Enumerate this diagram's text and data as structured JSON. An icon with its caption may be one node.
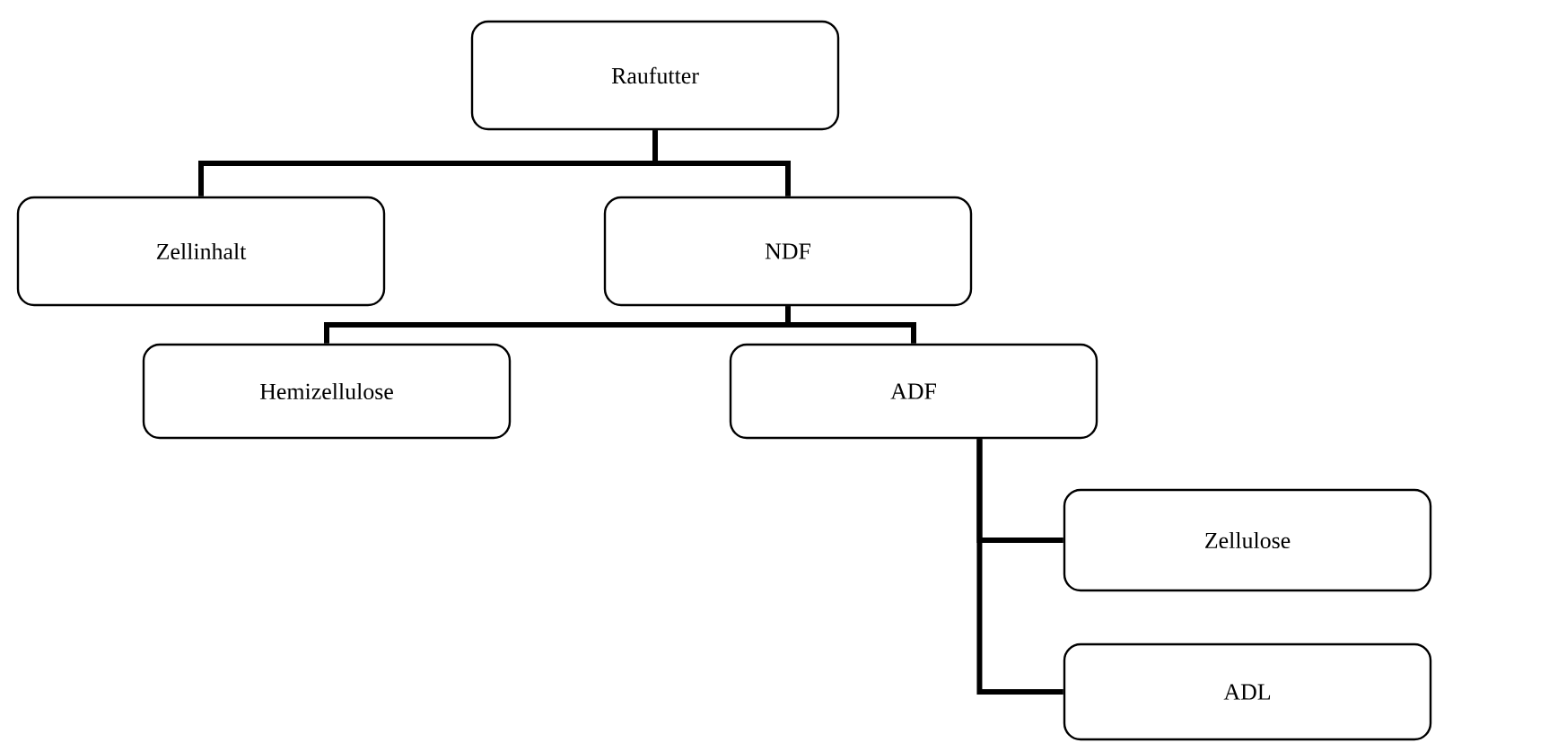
{
  "diagram": {
    "nodes": [
      {
        "text": [
          "Raufutter"
        ]
      },
      {
        "text": [
          "Zellinhalt"
        ]
      },
      {
        "text": [
          "NDF"
        ]
      },
      {
        "text": [
          "Hemizellulose"
        ]
      },
      {
        "text": [
          "ADF"
        ]
      },
      {
        "text": [
          "Zellulose"
        ]
      },
      {
        "text": [
          "ADL"
        ]
      }
    ],
    "edges": [
      {
        "from": 0,
        "to": 1,
        "arrow": "none"
      },
      {
        "from": 0,
        "to": 2,
        "arrow": "none"
      },
      {
        "from": 2,
        "to": 3,
        "arrow": "none"
      },
      {
        "from": 2,
        "to": 4,
        "arrow": "none"
      },
      {
        "from": 4,
        "to": 5,
        "arrow": "none"
      },
      {
        "from": 4,
        "to": 6,
        "arrow": "none"
      }
    ]
  }
}
